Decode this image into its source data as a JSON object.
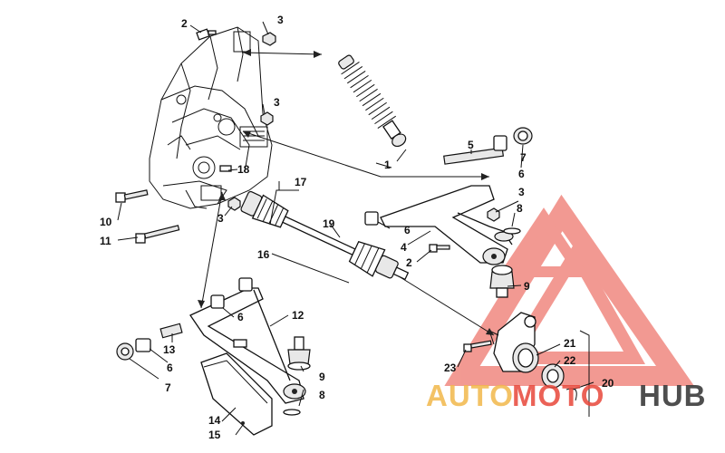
{
  "callouts": {
    "c1": "1",
    "c2a": "2",
    "c2b": "2",
    "c3a": "3",
    "c3b": "3",
    "c3c": "3",
    "c3d": "3",
    "c4": "4",
    "c5": "5",
    "c6a": "6",
    "c6b": "6",
    "c6c": "6",
    "c6d": "6",
    "c7a": "7",
    "c7b": "7",
    "c8a": "8",
    "c8b": "8",
    "c9a": "9",
    "c9b": "9",
    "c10": "10",
    "c11": "11",
    "c12": "12",
    "c13": "13",
    "c14": "14",
    "c15": "15",
    "c16": "16",
    "c17": "17",
    "c18": "18",
    "c19": "19",
    "c20": "20",
    "c21": "21",
    "c22": "22",
    "c23": "23"
  },
  "watermark": {
    "word_a": "AUTO",
    "word_b": "MOTO",
    "word_c": "HUB",
    "color_a": "#f2b84b",
    "color_b": "#e8473a",
    "color_c": "#3b3b3b"
  }
}
